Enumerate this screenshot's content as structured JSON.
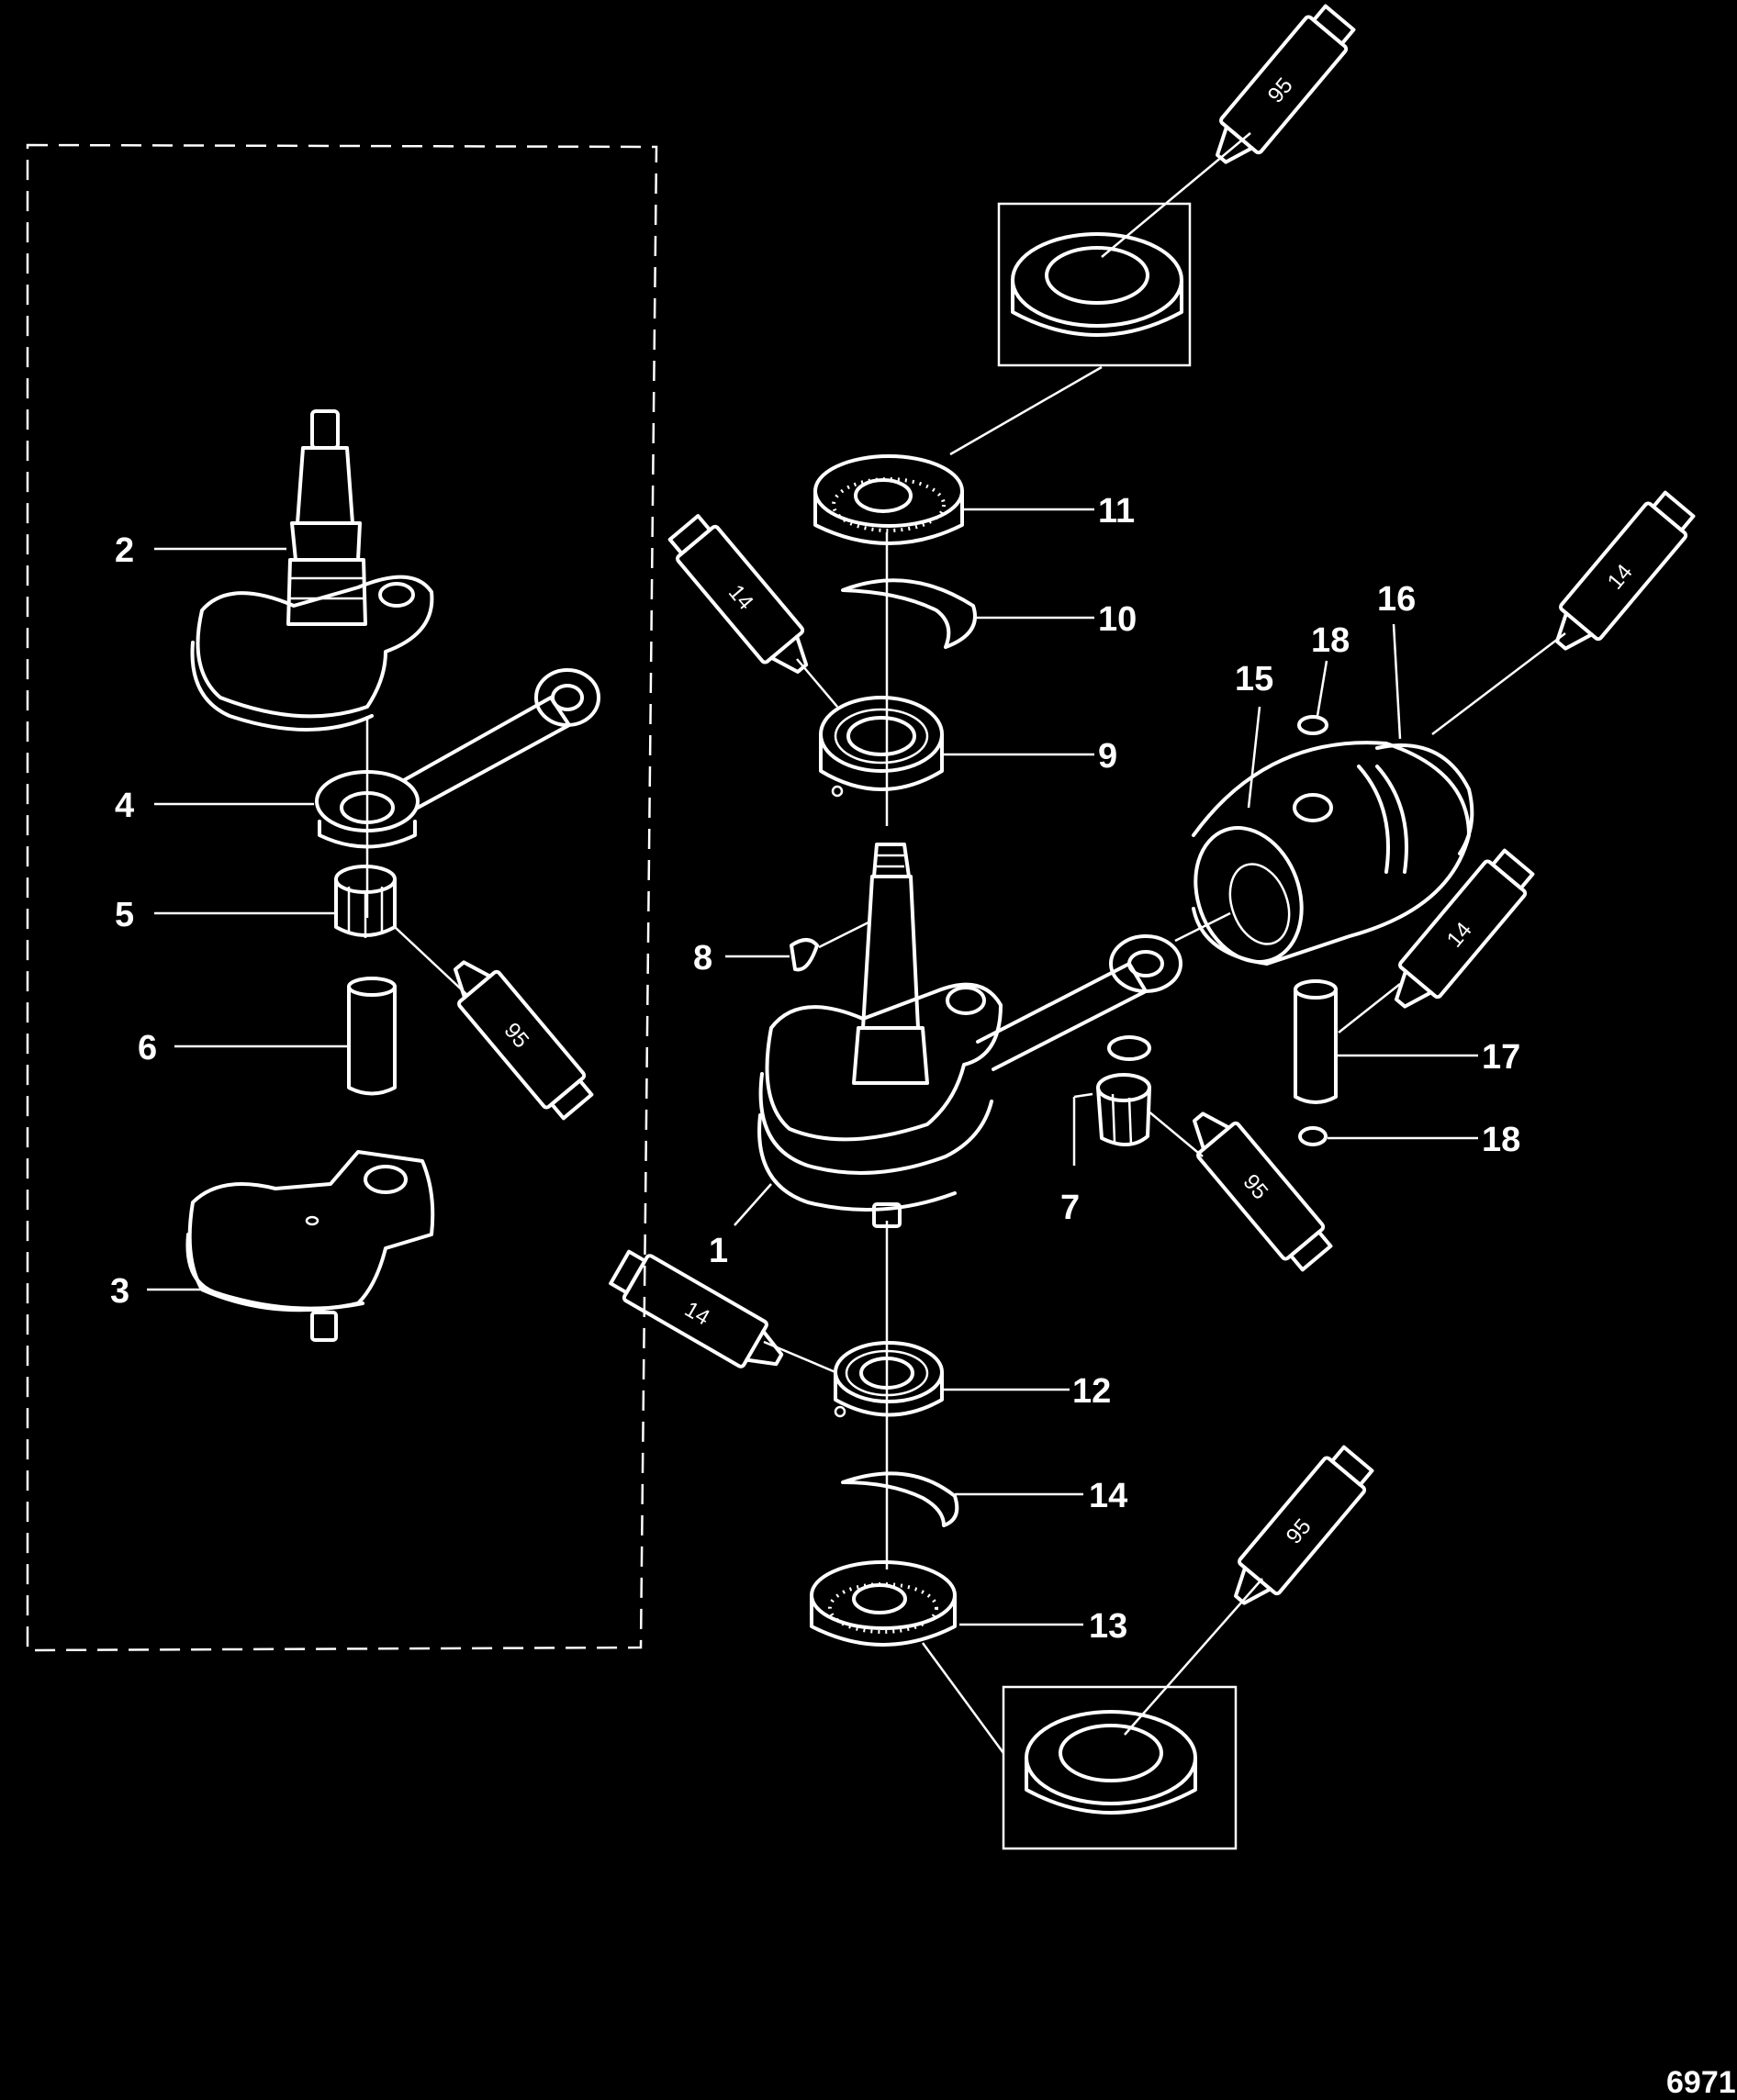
{
  "figure_id": "6971",
  "callouts": [
    "1",
    "2",
    "3",
    "4",
    "5",
    "6",
    "7",
    "8",
    "9",
    "10",
    "11",
    "12",
    "13",
    "14",
    "15",
    "16",
    "17",
    "18",
    "18"
  ],
  "lube_tubes": [
    "95",
    "14",
    "14",
    "14",
    "95",
    "14",
    "95"
  ],
  "icons": [
    "crankshaft-icon",
    "connecting-rod-icon",
    "needle-bearing-icon",
    "wrist-pin-icon",
    "piston-icon",
    "ball-bearing-icon",
    "oil-seal-icon",
    "retaining-ring-icon",
    "woodruff-key-icon",
    "lubricant-tube-icon"
  ]
}
